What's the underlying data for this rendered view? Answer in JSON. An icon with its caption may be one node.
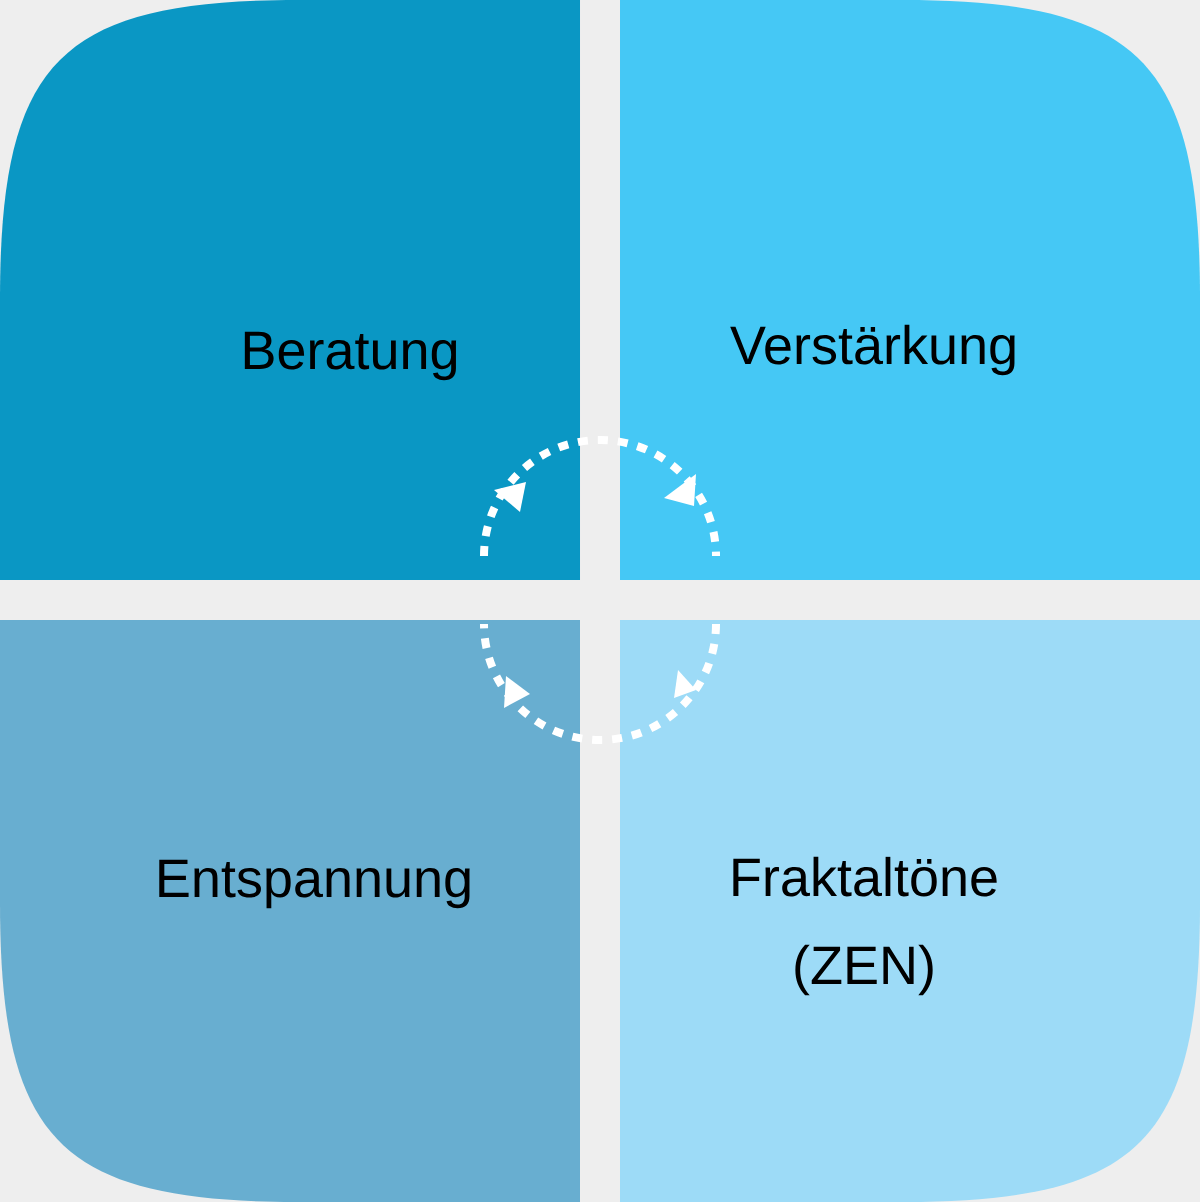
{
  "diagram": {
    "nodes": [
      {
        "text": [
          "Beratung"
        ]
      },
      {
        "text": [
          "Verstärkung"
        ]
      },
      {
        "text": [
          "Entspannung"
        ]
      },
      {
        "text": [
          "Fraktaltöne (ZEN)"
        ]
      }
    ]
  }
}
